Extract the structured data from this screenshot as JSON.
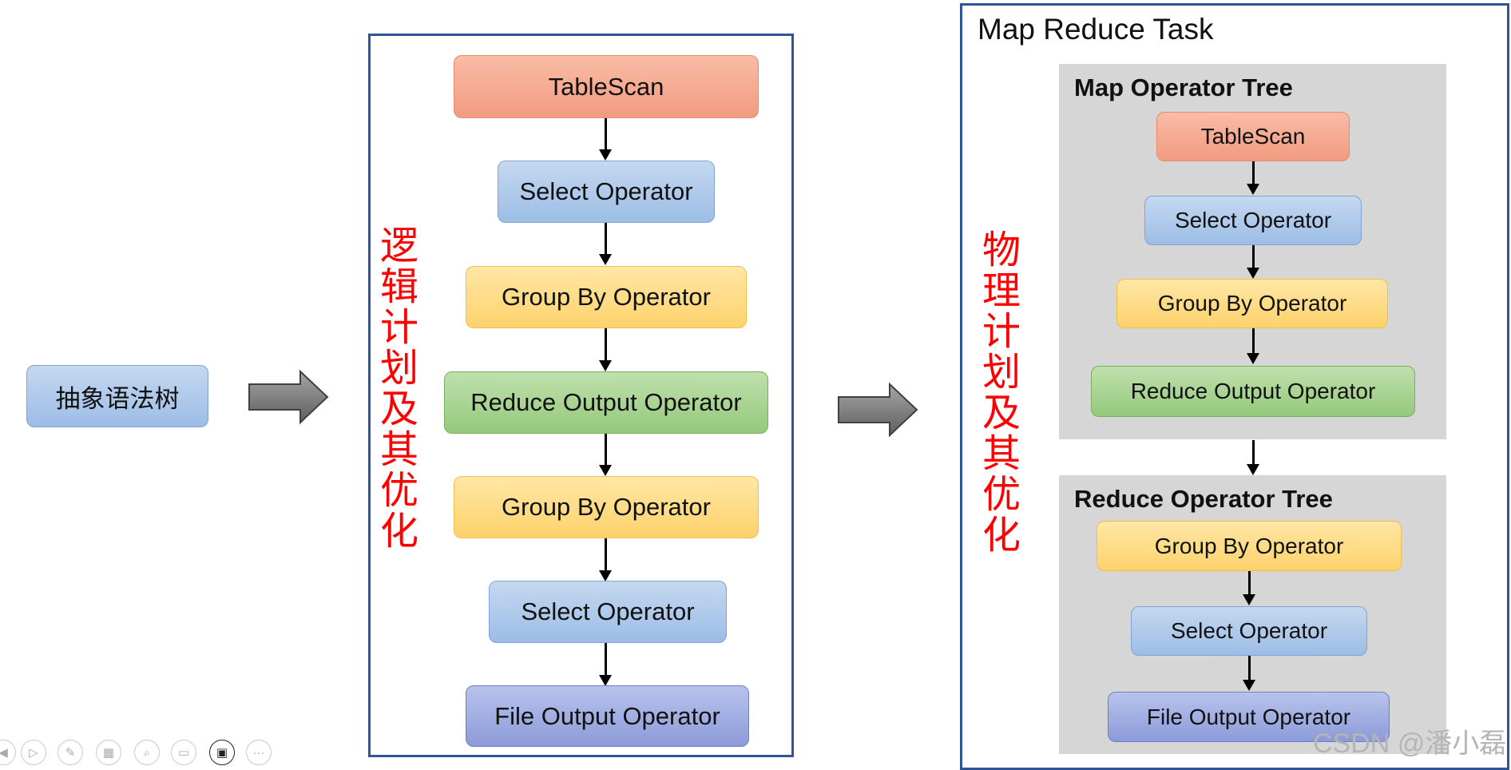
{
  "left": {
    "ast_label": "抽象语法树"
  },
  "logical": {
    "side_label": "逻辑计划及其优化",
    "nodes": [
      "TableScan",
      "Select Operator",
      "Group By Operator",
      "Reduce Output Operator",
      "Group By Operator",
      "Select Operator",
      "File Output Operator"
    ]
  },
  "physical": {
    "side_label": "物理计划及其优化",
    "task_title": "Map Reduce Task",
    "map_tree": {
      "heading": "Map Operator Tree",
      "nodes": [
        "TableScan",
        "Select Operator",
        "Group By Operator",
        "Reduce Output Operator"
      ]
    },
    "reduce_tree": {
      "heading": "Reduce Operator Tree",
      "nodes": [
        "Group By Operator",
        "Select Operator",
        "File Output Operator"
      ]
    }
  },
  "watermark": "CSDN @潘小磊",
  "colors": {
    "tablescan": "#f4a384",
    "select": "#a9c5e9",
    "group_by": "#fed97c",
    "reduce_output": "#a4d18c",
    "file_output": "#98a6dd",
    "side_label": "#ff0000",
    "panel_border": "#2f5597",
    "tree_background": "#d6d6d6"
  },
  "toolbar_icons": [
    "back-icon",
    "play-icon",
    "pen-icon",
    "slides-icon",
    "zoom-icon",
    "subtitle-icon",
    "camera-icon",
    "more-icon"
  ]
}
